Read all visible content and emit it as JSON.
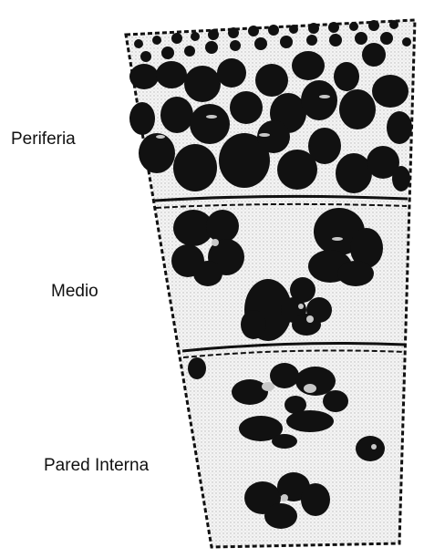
{
  "labels": {
    "periferia": "Periferia",
    "medio": "Medio",
    "pared_interna": "Pared Interna"
  },
  "colors": {
    "ink": "#111111",
    "stipple": "#d9d9d9",
    "background": "#ffffff",
    "highlight": "#c8c8c8"
  }
}
